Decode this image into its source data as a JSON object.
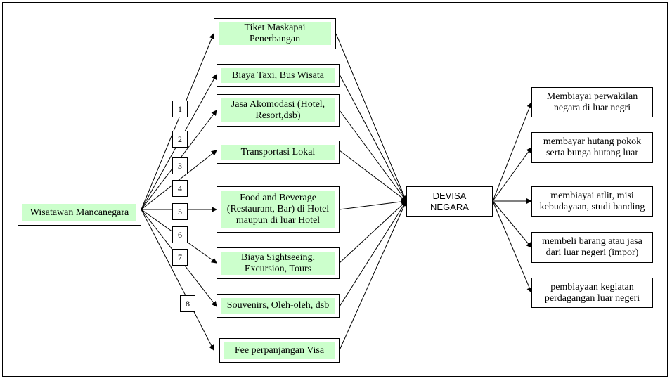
{
  "source": {
    "label": "Wisatawan Mancanegara"
  },
  "center": {
    "label": "DEVISA\nNEGARA"
  },
  "items": [
    {
      "label": "Tiket Maskapai\nPenerbangan"
    },
    {
      "label": "Biaya Taxi, Bus Wisata"
    },
    {
      "label": "Jasa Akomodasi (Hotel,\nResort,dsb)"
    },
    {
      "label": "Transportasi Lokal"
    },
    {
      "label": "Food and Beverage\n(Restaurant, Bar) di Hotel\nmaupun di luar Hotel"
    },
    {
      "label": "Biaya Sightseeing,\nExcursion, Tours"
    },
    {
      "label": "Souvenirs, Oleh-oleh, dsb"
    },
    {
      "label": "Fee perpanjangan Visa"
    }
  ],
  "numbers": [
    "1",
    "2",
    "3",
    "4",
    "5",
    "6",
    "7",
    "8"
  ],
  "uses": [
    {
      "label": "Membiayai perwakilan\nnegara di luar negri"
    },
    {
      "label": "membayar hutang pokok\nserta bunga hutang luar"
    },
    {
      "label": "membiayai atlit, misi\nkebudayaan, studi banding"
    },
    {
      "label": "membeli barang atau jasa\ndari luar negeri (impor)"
    },
    {
      "label": "pembiayaan kegiatan\nperdagangan luar negeri"
    }
  ],
  "colors": {
    "highlight": "#ccffcc",
    "line": "#000000"
  }
}
